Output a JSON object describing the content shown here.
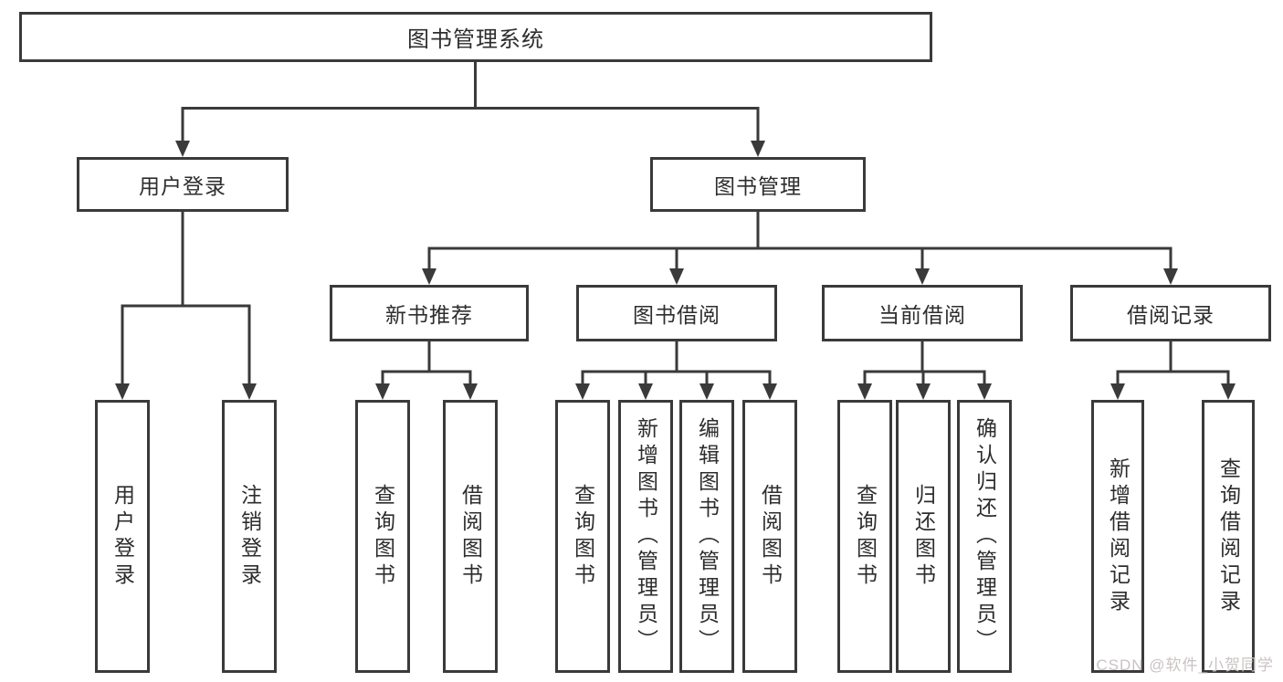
{
  "tree": {
    "label": "图书管理系统",
    "children": [
      {
        "label": "用户登录",
        "children": [
          {
            "label": "用户登录"
          },
          {
            "label": "注销登录"
          }
        ]
      },
      {
        "label": "图书管理",
        "children": [
          {
            "label": "新书推荐",
            "children": [
              {
                "label": "查询图书"
              },
              {
                "label": "借阅图书"
              }
            ]
          },
          {
            "label": "图书借阅",
            "children": [
              {
                "label": "查询图书"
              },
              {
                "label": "新增图书（管理员）"
              },
              {
                "label": "编辑图书（管理员）"
              },
              {
                "label": "借阅图书"
              }
            ]
          },
          {
            "label": "当前借阅",
            "children": [
              {
                "label": "查询图书"
              },
              {
                "label": "归还图书"
              },
              {
                "label": "确认归还（管理员）"
              }
            ]
          },
          {
            "label": "借阅记录",
            "children": [
              {
                "label": "新增借阅记录"
              },
              {
                "label": "查询借阅记录"
              }
            ]
          }
        ]
      }
    ]
  },
  "watermark": {
    "text": "CSDN @软件_小贺同学"
  },
  "colors": {
    "line": "#3a3a3a",
    "text": "#2d2d2d",
    "bg": "#ffffff",
    "watermark": "#cac3c3"
  }
}
